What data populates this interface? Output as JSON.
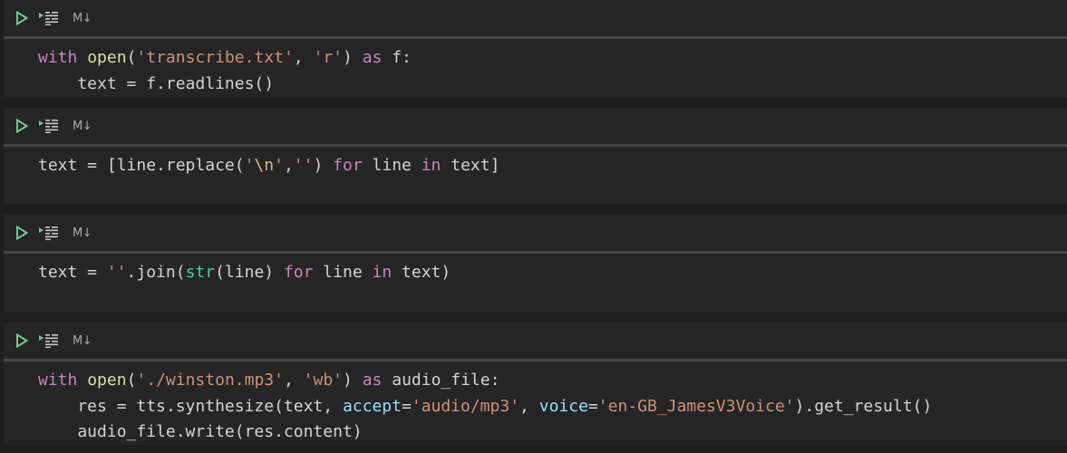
{
  "notebook": {
    "colors": {
      "background": "#1e1e1e",
      "cell_background": "#252526",
      "separator": "#474747",
      "run_icon": "#73c991",
      "keyword": "#c586c0",
      "function": "#dcdcaa",
      "string": "#ce9178",
      "builtin": "#4ec9b0",
      "parameter": "#9cdcfe",
      "text": "#d4d4d4"
    },
    "toolbar": {
      "run_icon": "play-triangle-icon",
      "run_below_icon": "run-below-icon",
      "markdown_label": "M↓"
    },
    "cells": [
      {
        "lines": [
          [
            {
              "t": "with",
              "c": "kw"
            },
            {
              "t": " "
            },
            {
              "t": "open",
              "c": "fn"
            },
            {
              "t": "("
            },
            {
              "t": "'transcribe.txt'",
              "c": "str"
            },
            {
              "t": ", "
            },
            {
              "t": "'r'",
              "c": "str"
            },
            {
              "t": ") "
            },
            {
              "t": "as",
              "c": "kw"
            },
            {
              "t": " f:"
            }
          ],
          [
            {
              "t": "    text = f.readlines()"
            }
          ]
        ]
      },
      {
        "lines": [
          [
            {
              "t": "text = [line.replace("
            },
            {
              "t": "'",
              "c": "str"
            },
            {
              "t": "\\n",
              "c": "esc"
            },
            {
              "t": "'",
              "c": "str"
            },
            {
              "t": ","
            },
            {
              "t": "''",
              "c": "str"
            },
            {
              "t": ") "
            },
            {
              "t": "for",
              "c": "kw"
            },
            {
              "t": " line "
            },
            {
              "t": "in",
              "c": "kw"
            },
            {
              "t": " text]"
            }
          ]
        ]
      },
      {
        "lines": [
          [
            {
              "t": "text = "
            },
            {
              "t": "''",
              "c": "str"
            },
            {
              "t": ".join("
            },
            {
              "t": "str",
              "c": "bi"
            },
            {
              "t": "(line) "
            },
            {
              "t": "for",
              "c": "kw"
            },
            {
              "t": " line "
            },
            {
              "t": "in",
              "c": "kw"
            },
            {
              "t": " text)"
            }
          ]
        ]
      },
      {
        "lines": [
          [
            {
              "t": "with",
              "c": "kw"
            },
            {
              "t": " "
            },
            {
              "t": "open",
              "c": "fn"
            },
            {
              "t": "("
            },
            {
              "t": "'./winston.mp3'",
              "c": "str"
            },
            {
              "t": ", "
            },
            {
              "t": "'wb'",
              "c": "str"
            },
            {
              "t": ") "
            },
            {
              "t": "as",
              "c": "kw"
            },
            {
              "t": " audio_file:"
            }
          ],
          [
            {
              "t": "    res = tts.synthesize(text, "
            },
            {
              "t": "accept",
              "c": "param"
            },
            {
              "t": "="
            },
            {
              "t": "'audio/mp3'",
              "c": "str"
            },
            {
              "t": ", "
            },
            {
              "t": "voice",
              "c": "param"
            },
            {
              "t": "="
            },
            {
              "t": "'en-GB_JamesV3Voice'",
              "c": "str"
            },
            {
              "t": ").get_result()"
            }
          ],
          [
            {
              "t": "    audio_file.write(res.content)"
            }
          ]
        ]
      }
    ]
  }
}
